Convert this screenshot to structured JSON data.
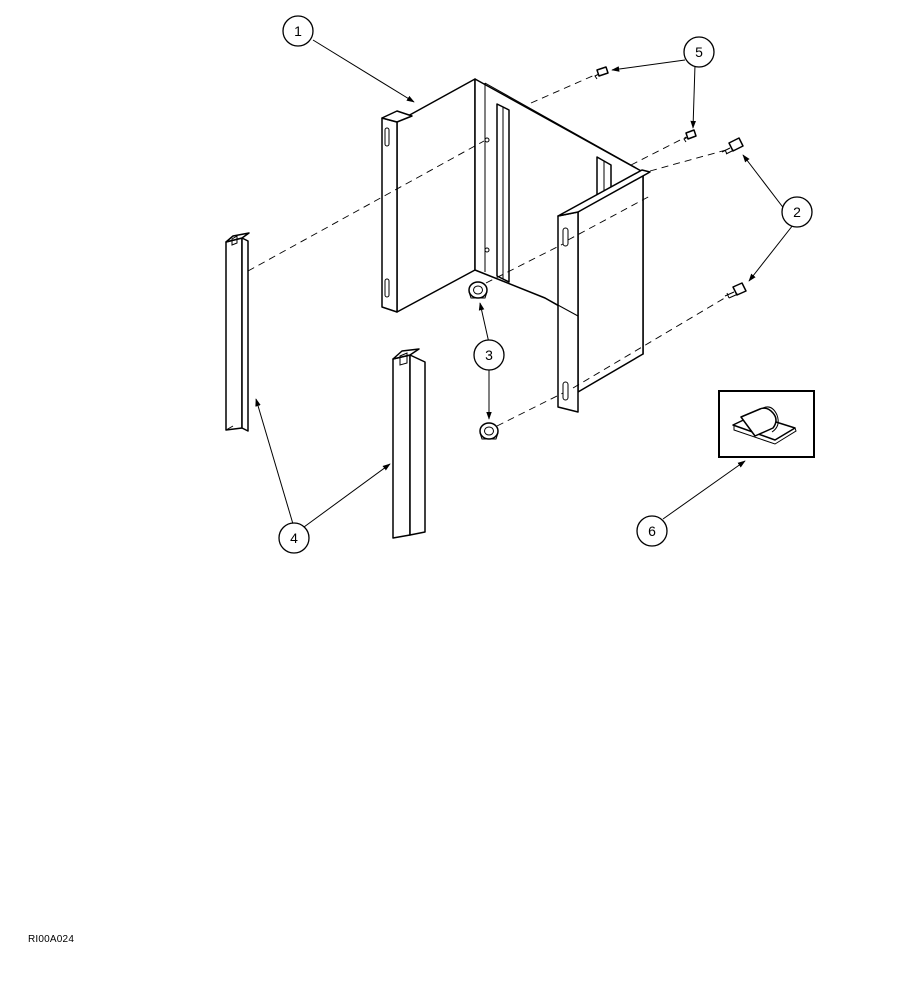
{
  "callouts": {
    "c1": "1",
    "c2": "2",
    "c3": "3",
    "c4": "4",
    "c5": "5",
    "c6": "6"
  },
  "drawing_id": "RI00A024"
}
